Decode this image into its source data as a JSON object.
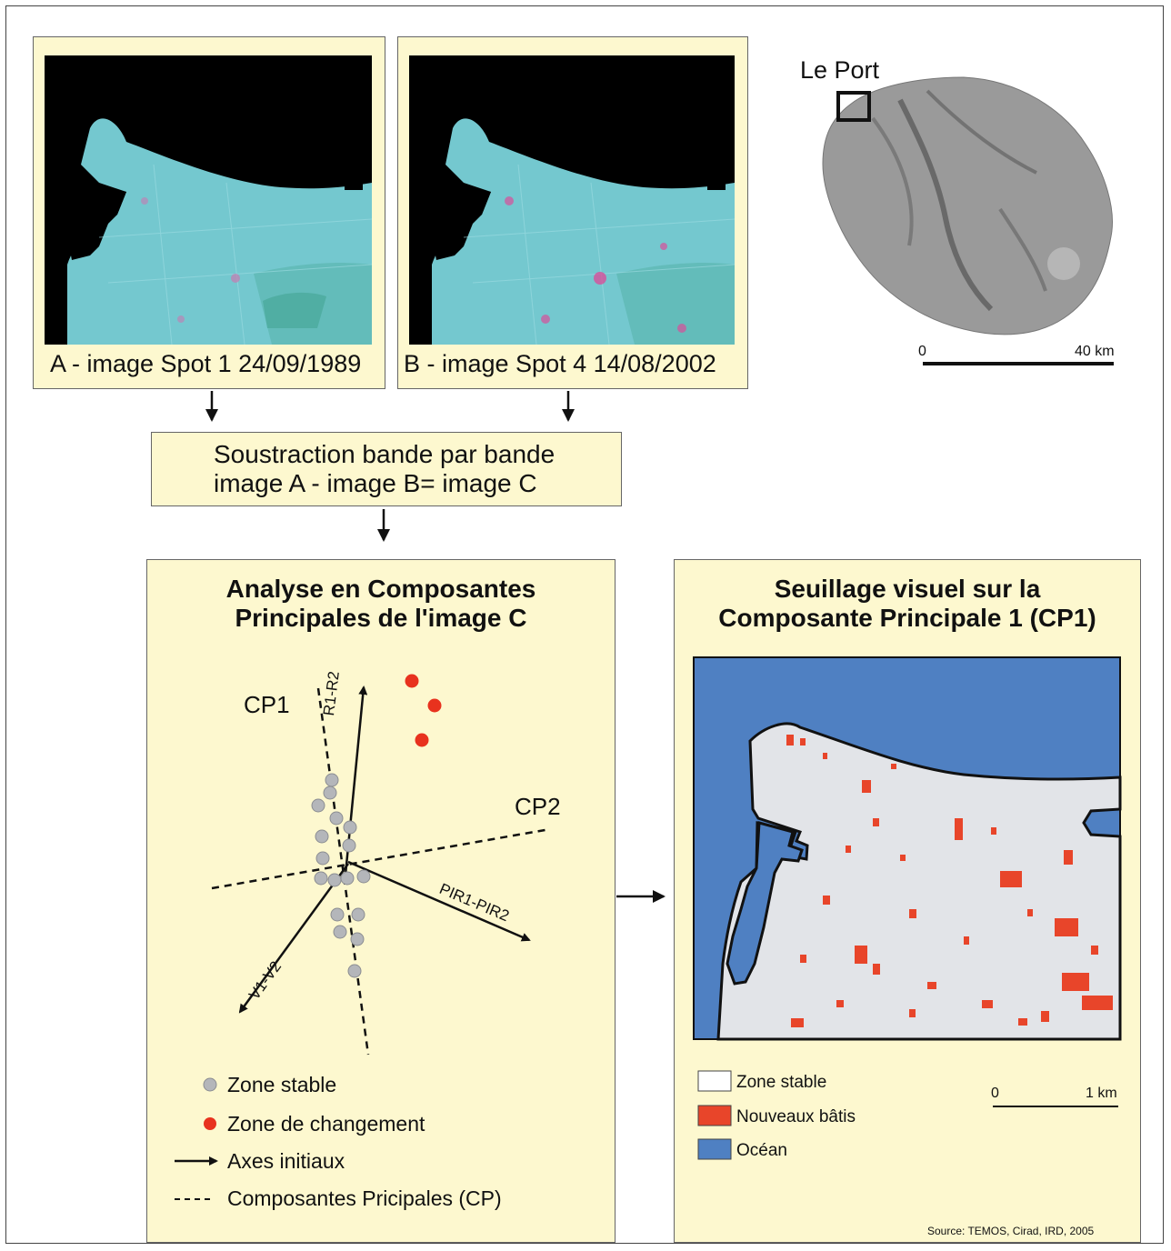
{
  "images": {
    "a_caption": "A - image Spot 1 24/09/1989",
    "b_caption": "B - image Spot 4 14/08/2002"
  },
  "location": {
    "label": "Le Port",
    "scale_start": "0",
    "scale_end": "40 km"
  },
  "subtraction": {
    "line1": "Soustraction bande par bande",
    "line2": "image A - image B= image C"
  },
  "acp": {
    "title_line1": "Analyse en Composantes",
    "title_line2": "Principales de l'image C",
    "axis_cp1": "CP1",
    "axis_cp2": "CP2",
    "axis_r": "R1-R2",
    "axis_pir": "PIR1-PIR2",
    "axis_v": "V1-V2",
    "legend": {
      "stable": "Zone stable",
      "change": "Zone de changement",
      "axes": "Axes initiaux",
      "cp": "Composantes Pricipales (CP)"
    }
  },
  "threshold": {
    "title_line1": "Seuillage visuel sur la",
    "title_line2": "Composante Principale 1 (CP1)",
    "legend": {
      "stable": "Zone stable",
      "built": "Nouveaux bâtis",
      "ocean": "Océan"
    },
    "scale_start": "0",
    "scale_end": "1 km",
    "source": "Source: TEMOS, Cirad, IRD, 2005"
  },
  "colors": {
    "panel_bg": "#fdf8cf",
    "stable_point": "#b4b6ba",
    "change_point": "#e8321e",
    "ocean": "#4f80c2",
    "built": "#e8452a",
    "land": "#e2e4e8",
    "satellite_land": "#74c8cf",
    "satellite_sea": "#000000"
  }
}
